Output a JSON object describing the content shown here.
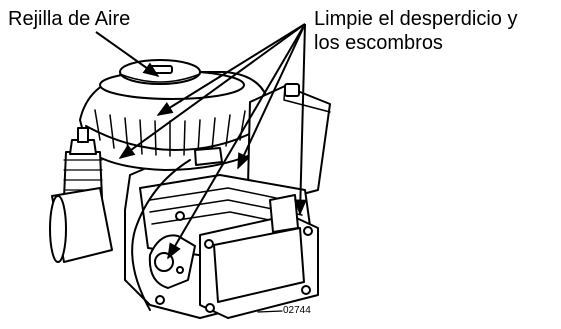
{
  "labels": {
    "air_screen": "Rejilla de Aire",
    "clean_line_1": "Limpie el desperdicio y",
    "clean_line_2": "los escombros",
    "figure_number": "02744"
  },
  "colors": {
    "line": "#000000",
    "background": "#ffffff"
  }
}
